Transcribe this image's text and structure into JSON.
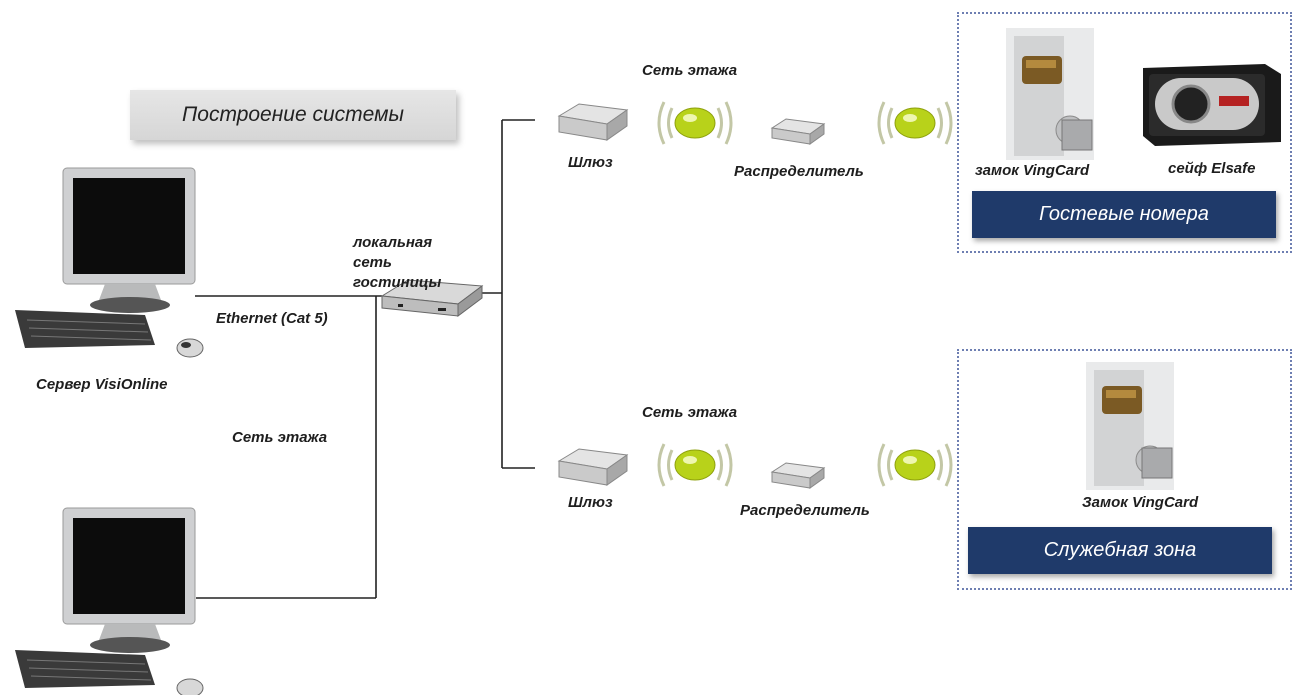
{
  "title": "Построение системы",
  "labels": {
    "lan": "локальная сеть гостиницы",
    "ethernet": "Ethernet (Cat 5)",
    "server": "Сервер VisiOnline",
    "floor_net_left": "Сеть этажа",
    "floor_net_top": "Сеть этажа",
    "floor_net_bottom": "Сеть этажа",
    "gateway_top": "Шлюз",
    "gateway_bottom": "Шлюз",
    "distributor_top": "Распределитель",
    "distributor_bottom": "Распределитель",
    "lock_guest": "замок VingCard",
    "safe": "сейф Elsafe",
    "lock_service": "Замок VingCard"
  },
  "zones": {
    "guest": "Гостевые номера",
    "service": "Служебная зона"
  },
  "colors": {
    "banner": "#1f3a6a",
    "zone_border": "#6e7fb2",
    "led": "#b8d21a"
  }
}
